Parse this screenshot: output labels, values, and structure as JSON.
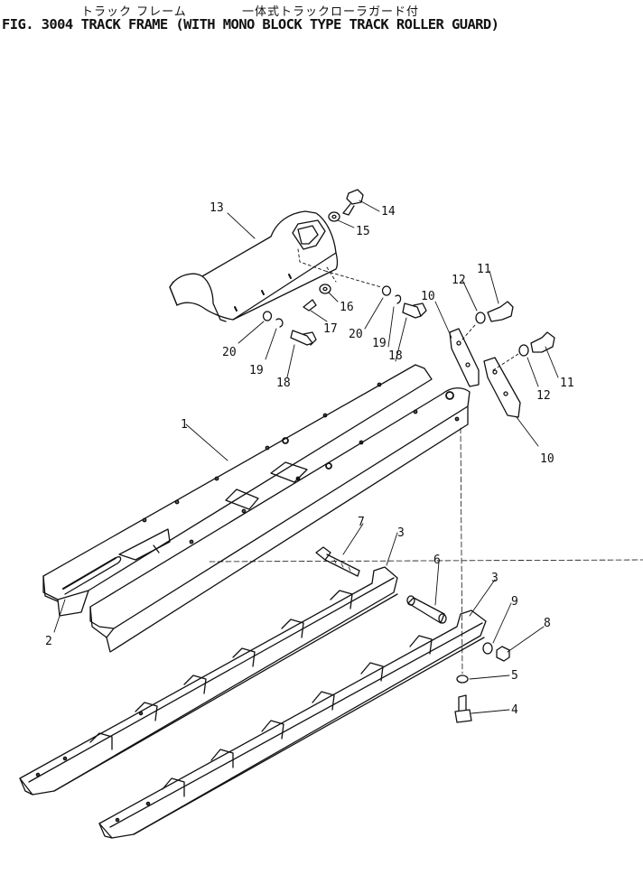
{
  "header": {
    "jp_left": "トラック フレーム",
    "jp_right": "一体式トラックローラガード付",
    "fig_number": "FIG. 3004",
    "title": "TRACK FRAME (WITH MONO BLOCK TYPE TRACK ROLLER GUARD)"
  },
  "callouts": [
    {
      "id": "c13",
      "label": "13"
    },
    {
      "id": "c14",
      "label": "14"
    },
    {
      "id": "c15",
      "label": "15"
    },
    {
      "id": "c16",
      "label": "16"
    },
    {
      "id": "c17",
      "label": "17"
    },
    {
      "id": "c20a",
      "label": "20"
    },
    {
      "id": "c19a",
      "label": "19"
    },
    {
      "id": "c18a",
      "label": "18"
    },
    {
      "id": "c20b",
      "label": "20"
    },
    {
      "id": "c19b",
      "label": "19"
    },
    {
      "id": "c18b",
      "label": "18"
    },
    {
      "id": "c10a",
      "label": "10"
    },
    {
      "id": "c12a",
      "label": "12"
    },
    {
      "id": "c11a",
      "label": "11"
    },
    {
      "id": "c11b",
      "label": "11"
    },
    {
      "id": "c12b",
      "label": "12"
    },
    {
      "id": "c10b",
      "label": "10"
    },
    {
      "id": "c1",
      "label": "1"
    },
    {
      "id": "c2",
      "label": "2"
    },
    {
      "id": "c7",
      "label": "7"
    },
    {
      "id": "c3a",
      "label": "3"
    },
    {
      "id": "c6",
      "label": "6"
    },
    {
      "id": "c3b",
      "label": "3"
    },
    {
      "id": "c9",
      "label": "9"
    },
    {
      "id": "c8",
      "label": "8"
    },
    {
      "id": "c5",
      "label": "5"
    },
    {
      "id": "c4",
      "label": "4"
    }
  ]
}
